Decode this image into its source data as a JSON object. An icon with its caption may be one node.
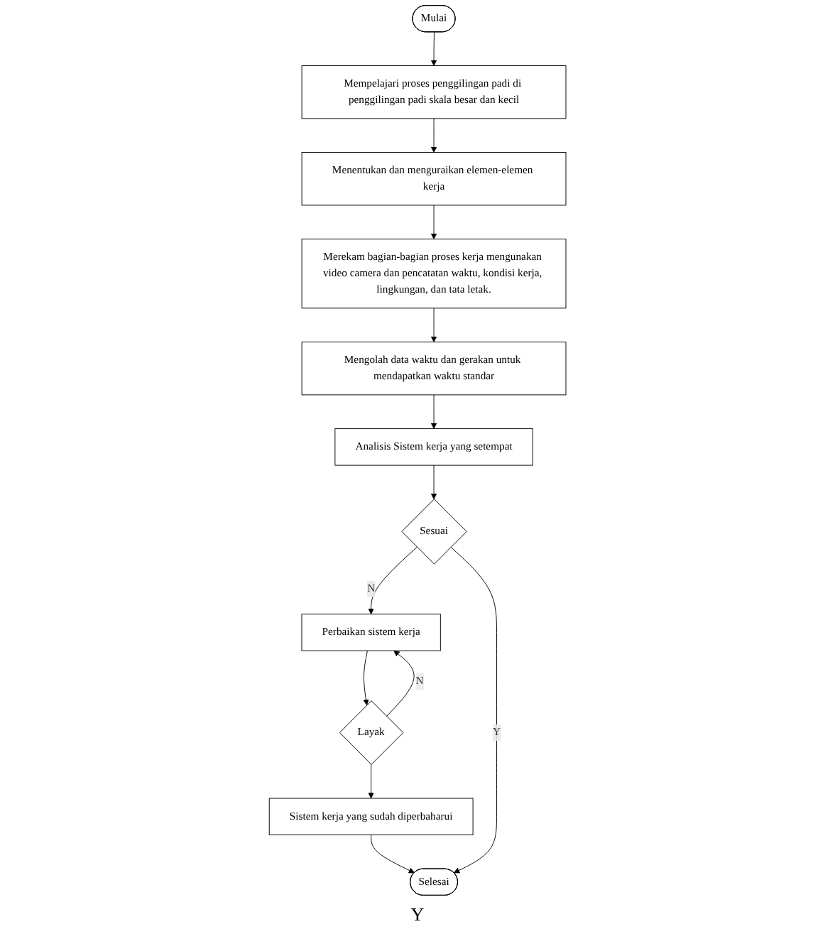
{
  "diagram": {
    "nodes": [
      {
        "text": [
          "Mulai"
        ]
      },
      {
        "text": [
          "Mempelajari proses penggilingan padi di penggilingan padi skala besar dan kecil"
        ]
      },
      {
        "text": [
          "Menentukan dan menguraikan elemen-elemen kerja"
        ]
      },
      {
        "text": [
          "Merekam bagian-bagian proses kerja mengunakan video camera dan pencatatan waktu, kondisi kerja, lingkungan, dan tata letak."
        ]
      },
      {
        "text": [
          "Mengolah data waktu dan gerakan untuk mendapatkan waktu standar"
        ]
      },
      {
        "text": [
          "Analisis Sistem kerja yang setempat"
        ]
      },
      {
        "text": [
          "Sesuai"
        ]
      },
      {
        "text": [
          "Perbaikan sistem kerja"
        ]
      },
      {
        "text": [
          "Layak"
        ]
      },
      {
        "text": [
          "Sistem kerja yang sudah diperbaharui"
        ]
      },
      {
        "text": [
          "Selesai"
        ]
      }
    ],
    "edges": [
      {
        "from": 0,
        "to": 1,
        "arrow": "to"
      },
      {
        "from": 1,
        "to": 2,
        "arrow": "to"
      },
      {
        "from": 2,
        "to": 3,
        "arrow": "to"
      },
      {
        "from": 3,
        "to": 4,
        "arrow": "to"
      },
      {
        "from": 4,
        "to": 5,
        "arrow": "to"
      },
      {
        "from": 5,
        "to": 6,
        "arrow": "to"
      },
      {
        "from": 6,
        "to": 7,
        "arrow": "to",
        "label": "N"
      },
      {
        "from": 7,
        "to": 8,
        "arrow": "to"
      },
      {
        "from": 8,
        "to": 7,
        "arrow": "to",
        "label": "N"
      },
      {
        "from": 8,
        "to": 9,
        "arrow": "to"
      },
      {
        "from": 9,
        "to": 10,
        "arrow": "to"
      },
      {
        "from": 6,
        "to": 10,
        "arrow": "to",
        "label": "Y"
      }
    ],
    "labels": [
      "Y"
    ]
  }
}
